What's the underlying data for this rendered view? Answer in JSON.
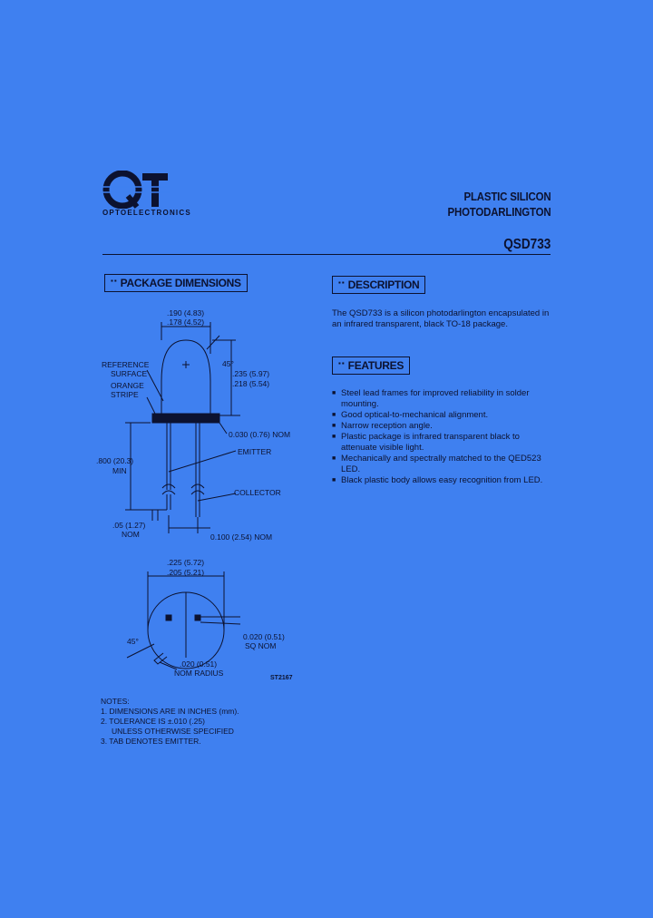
{
  "header": {
    "logo_letters": "QT",
    "logo_sub": "OPTOELECTRONICS",
    "title_line1": "PLASTIC SILICON",
    "title_line2": "PHOTODARLINGTON",
    "part_number": "QSD733"
  },
  "sections": {
    "package": "PACKAGE DIMENSIONS",
    "description": "DESCRIPTION",
    "features": "FEATURES"
  },
  "description_text": "The QSD733 is a silicon photodarlington encapsulated in an infrared transparent, black TO-18 package.",
  "features": [
    "Steel lead frames for improved reliability in solder mounting.",
    "Good optical-to-mechanical alignment.",
    "Narrow reception angle.",
    "Plastic package is infrared transparent black to attenuate visible light.",
    "Mechanically and spectrally matched to the QED523 LED.",
    "Black plastic body allows easy recognition from LED."
  ],
  "diagram": {
    "dia_top1": ".190 (4.83)",
    "dia_top2": ".178 (4.52)",
    "angle_top": "45°",
    "reference_surface_1": "REFERENCE",
    "reference_surface_2": "SURFACE",
    "orange_stripe_1": "ORANGE",
    "orange_stripe_2": "STRIPE",
    "height1": ".235 (5.97)",
    "height2": ".218 (5.54)",
    "flange": "0.030 (0.76) NOM",
    "emitter": "EMITTER",
    "lead_len1": ".800 (20.3)",
    "lead_len2": "MIN",
    "collector": "COLLECTOR",
    "tab1": ".05 (1.27)",
    "tab2": "NOM",
    "pitch": "0.100 (2.54) NOM",
    "base1": ".225 (5.72)",
    "base2": ".205 (5.21)",
    "angle_bottom": "45°",
    "lead_sq1": "0.020 (0.51)",
    "lead_sq2": "SQ NOM",
    "radius1": ".020 (0.51)",
    "radius2": "NOM RADIUS",
    "drawing_code": "ST2167"
  },
  "notes": {
    "title": "NOTES:",
    "items": [
      "1.  DIMENSIONS ARE IN INCHES (mm).",
      "2.  TOLERANCE IS ±.010 (.25)",
      "     UNLESS OTHERWISE SPECIFIED",
      "3.  TAB DENOTES EMITTER."
    ]
  }
}
